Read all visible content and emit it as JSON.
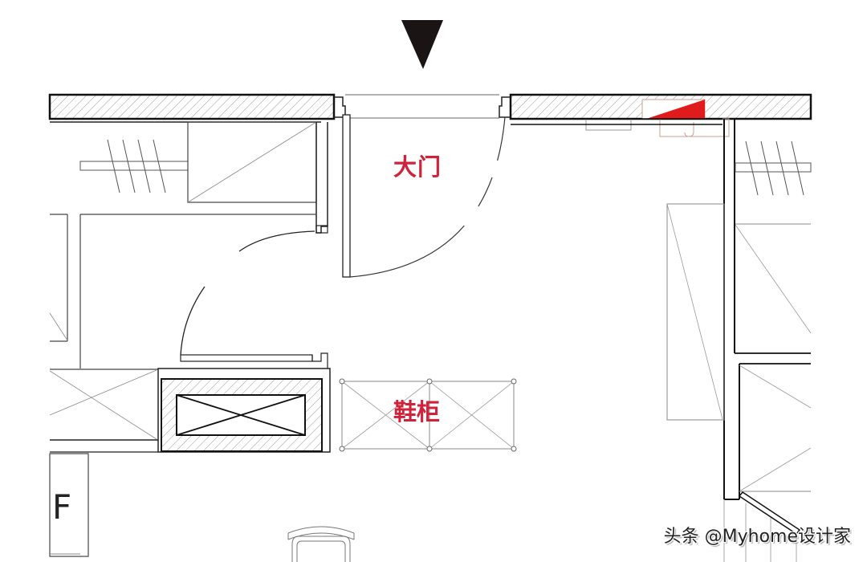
{
  "plan": {
    "entrance_marker": "down-triangle-entrance-arrow",
    "labels": {
      "main_door": "大门",
      "shoe_cabinet": "鞋柜",
      "fridge_letter": "F"
    },
    "watermark": "头条 @Myhome设计家",
    "colors": {
      "line": "#222222",
      "thin_line": "#888888",
      "hatch": "#9a9a9a",
      "label_red": "#d0223a",
      "accent_red": "#e11b1b",
      "fixture_outline": "#c8a090"
    }
  }
}
